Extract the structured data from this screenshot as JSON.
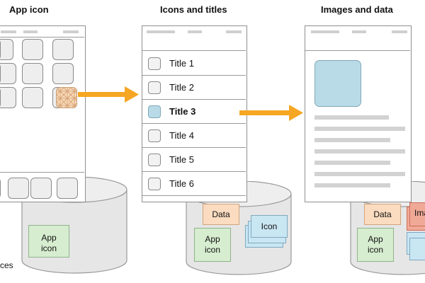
{
  "headings": {
    "app_icon": "App icon",
    "icons_titles": "Icons and titles",
    "images_data": "Images and data"
  },
  "list_titles": [
    "Title 1",
    "Title 2",
    "Title 3",
    "Title 4",
    "Title 5",
    "Title 6"
  ],
  "selected_title_index": 2,
  "storage": {
    "left_doc": "App\nicon",
    "middle_docs": {
      "data": "Data",
      "app_icon": "App\nicon",
      "icon": "Icon"
    },
    "right_docs": {
      "data": "Data",
      "app_icon": "App\nicon",
      "image_partial": "Ima"
    },
    "left_caption_partial": "ces"
  },
  "colors": {
    "arrow": "#f5a623",
    "image_placeholder": "#b9dbe8",
    "highlight_tile": "#f8d9b8"
  }
}
